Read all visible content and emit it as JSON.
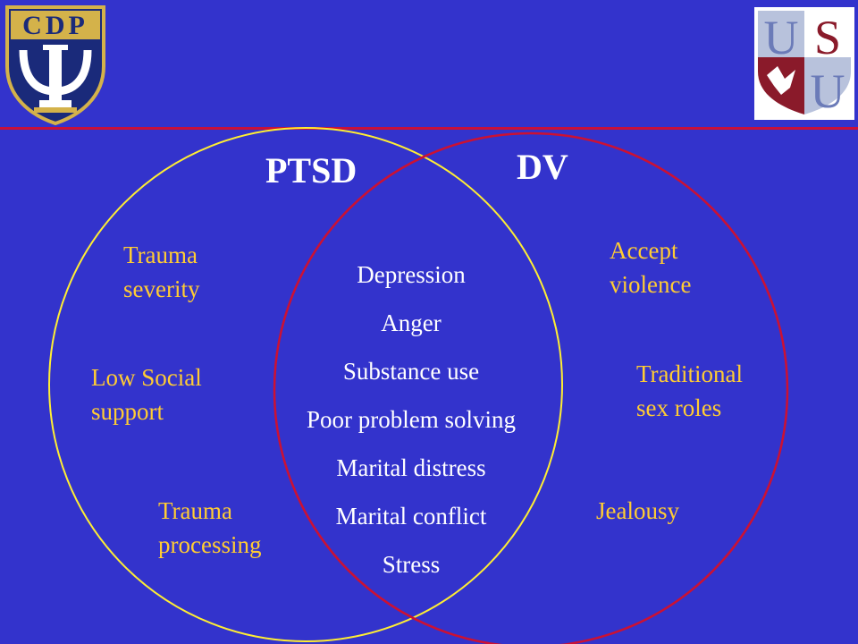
{
  "logos": {
    "left": {
      "text": "CDP",
      "icon": "psi-column-shield-icon"
    },
    "right": {
      "text": "USU",
      "icon": "usu-seal-icon"
    }
  },
  "colors": {
    "background": "#3333cc",
    "divider": "#c8103a",
    "ptsd_circle": "#ffee33",
    "dv_circle": "#cc1133",
    "label_yellow": "#ffcc33",
    "text_white": "#ffffff"
  },
  "venn": {
    "left_set": {
      "title": "PTSD",
      "items": [
        "Trauma\nseverity",
        "Low Social\nsupport",
        "Trauma\nprocessing"
      ]
    },
    "right_set": {
      "title": "DV",
      "items": [
        "Accept\nviolence",
        "Traditional\nsex roles",
        "Jealousy"
      ]
    },
    "overlap": {
      "items": [
        "Depression",
        "Anger",
        "Substance use",
        "Poor problem solving",
        "Marital distress",
        "Marital conflict",
        "Stress"
      ]
    }
  }
}
